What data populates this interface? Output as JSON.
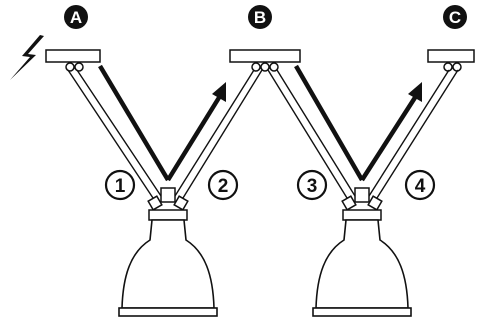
{
  "diagram": {
    "mount_points": [
      {
        "letter": "A"
      },
      {
        "letter": "B"
      },
      {
        "letter": "C"
      }
    ],
    "steps": [
      "1",
      "2",
      "3",
      "4"
    ],
    "icons": {
      "power": "lightning-bolt-icon"
    },
    "colors": {
      "ink": "#111111",
      "background": "#ffffff"
    }
  }
}
